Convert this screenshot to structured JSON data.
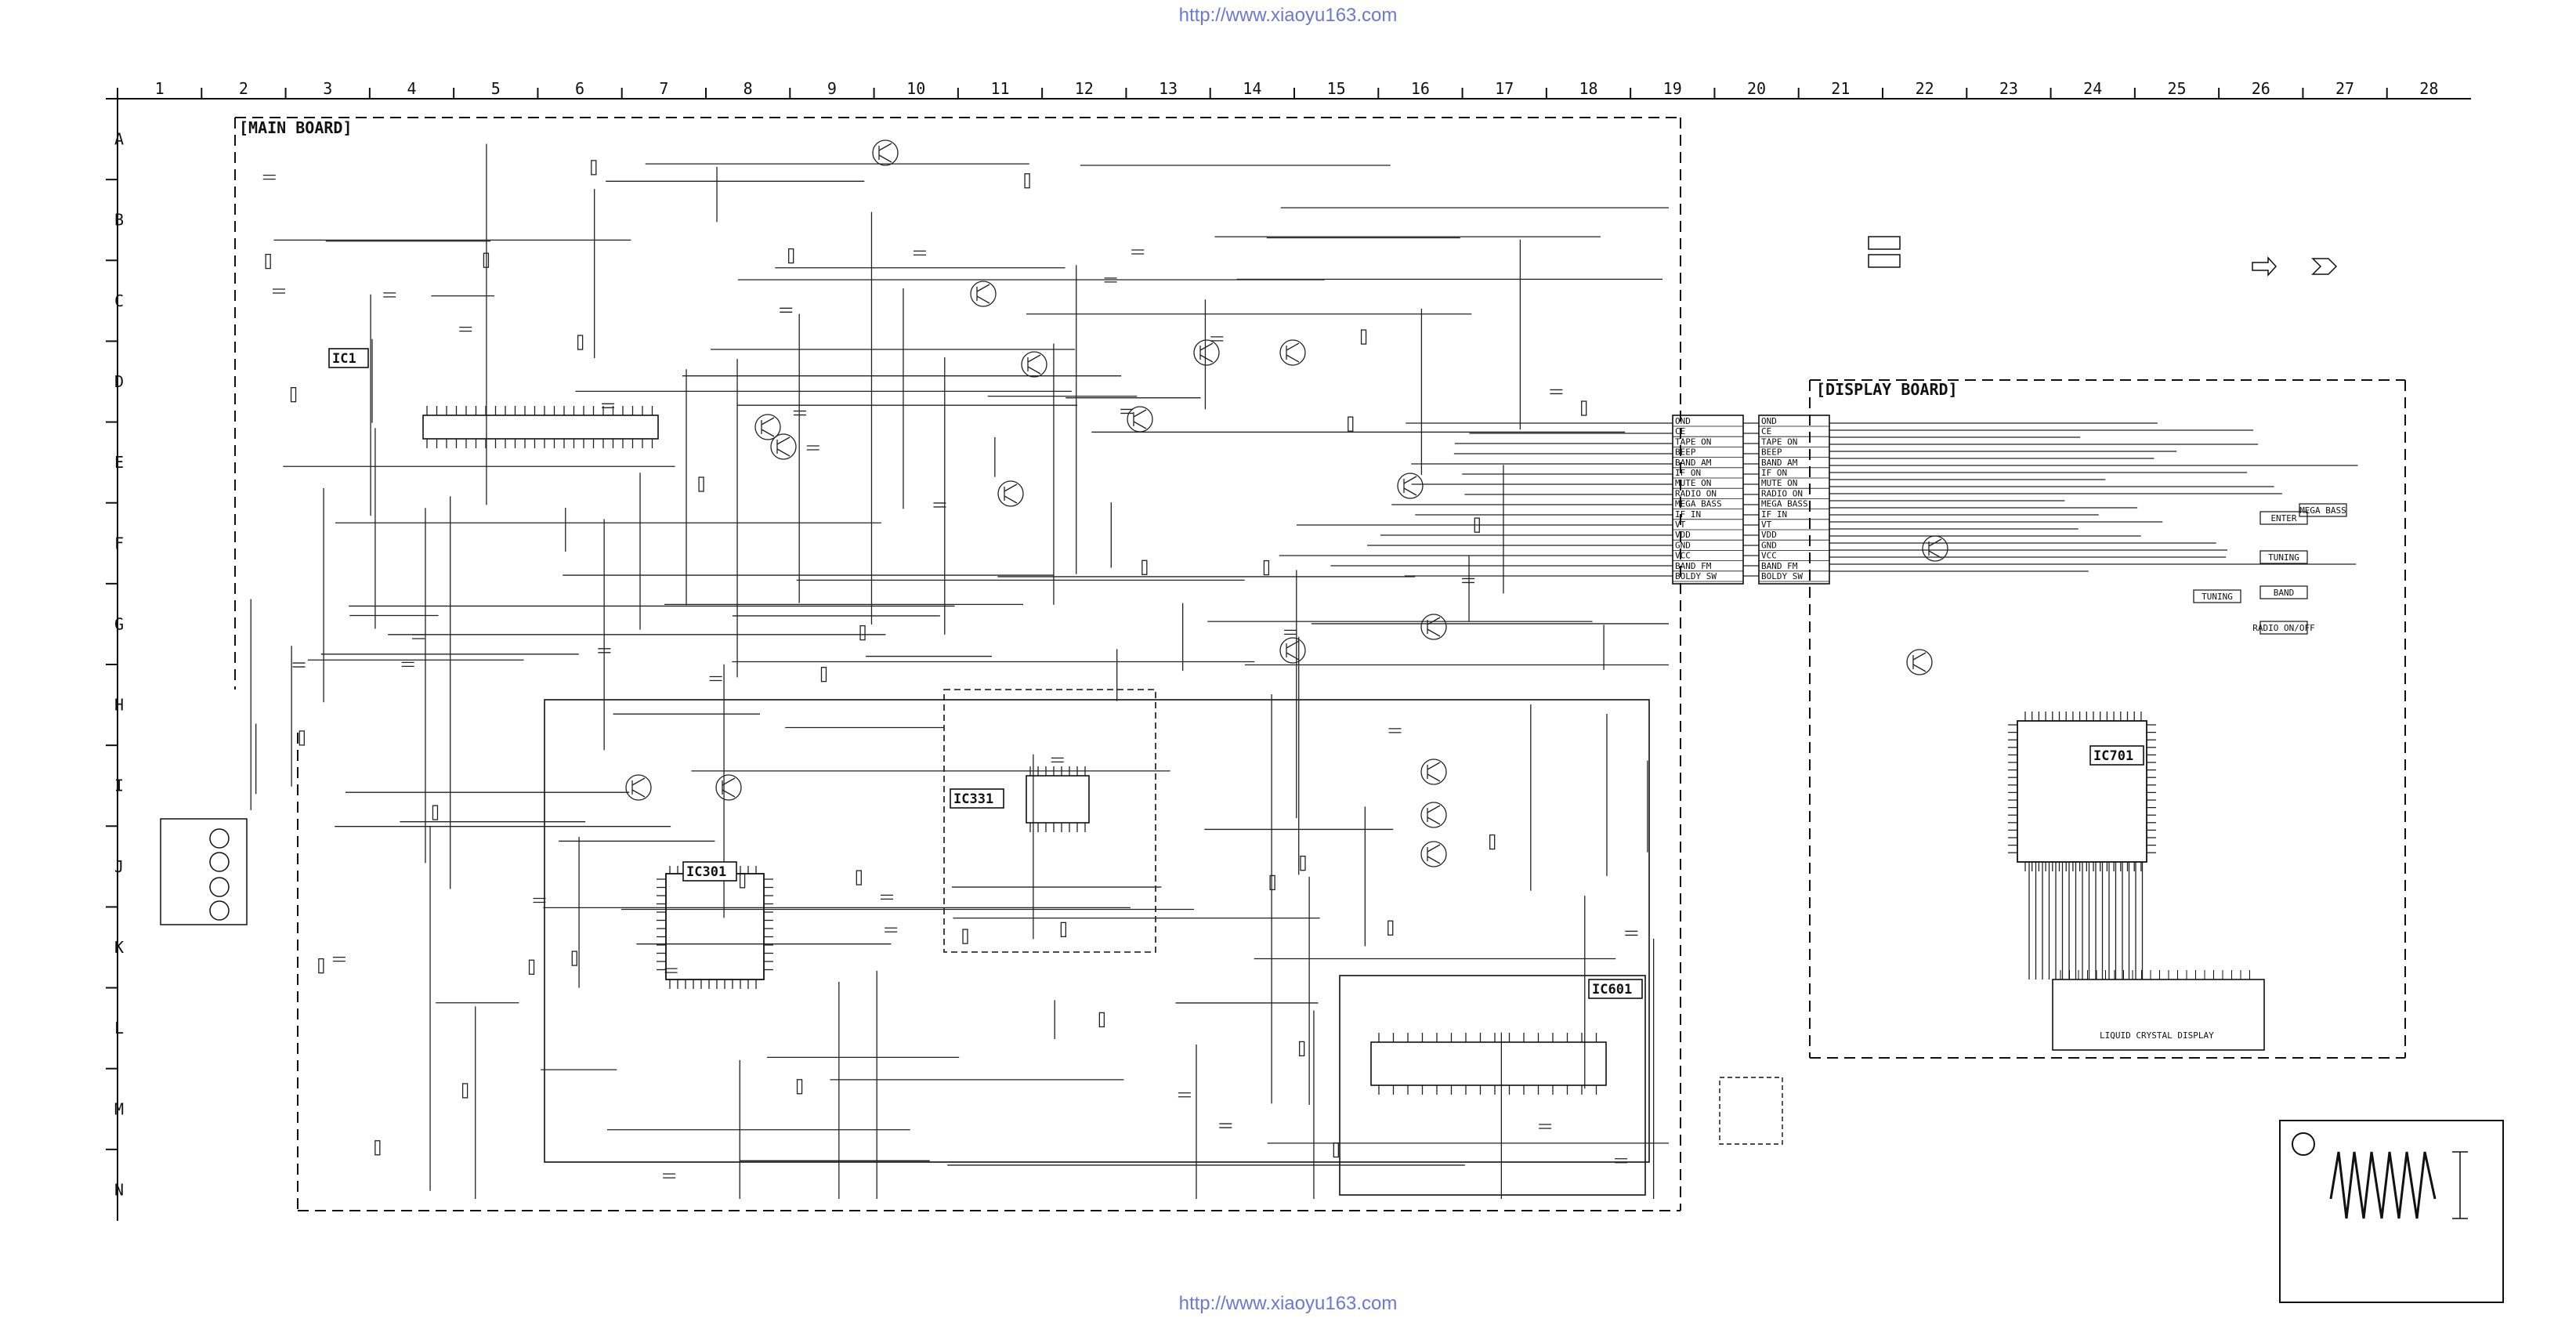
{
  "watermark": {
    "top_url": "http://www.xiaoyu163.com",
    "bottom_url": "http://www.xiaoyu163.com"
  },
  "grid": {
    "columns": [
      "1",
      "2",
      "3",
      "4",
      "5",
      "6",
      "7",
      "8",
      "9",
      "10",
      "11",
      "12",
      "13",
      "14",
      "15",
      "16",
      "17",
      "18",
      "19",
      "20",
      "21",
      "22",
      "23",
      "24",
      "25",
      "26",
      "27",
      "28"
    ],
    "rows": [
      "A",
      "B",
      "C",
      "D",
      "E",
      "F",
      "G",
      "H",
      "I",
      "J",
      "K",
      "L",
      "M",
      "N"
    ]
  },
  "boards": {
    "main_title": "[MAIN BOARD]",
    "display_title": "[DISPLAY BOARD]"
  },
  "ics": [
    {
      "id": "ic1",
      "label": "IC1"
    },
    {
      "id": "ic301",
      "label": "IC301"
    },
    {
      "id": "ic331",
      "label": "IC331"
    },
    {
      "id": "ic601",
      "label": "IC601"
    },
    {
      "id": "ic701",
      "label": "IC701"
    }
  ],
  "connector_pins": {
    "cn802": [
      "OND",
      "CE",
      "TAPE ON",
      "BEEP",
      "BAND AM",
      "IF ON",
      "MUTE ON",
      "RADIO ON",
      "MEGA BASS",
      "IF IN",
      "VT",
      "VDD",
      "GND",
      "VCC",
      "BAND FM",
      "BOLDY SW"
    ],
    "cn701": [
      "OND",
      "CE",
      "TAPE ON",
      "BEEP",
      "BAND AM",
      "IF ON",
      "MUTE ON",
      "RADIO ON",
      "MEGA BASS",
      "IF IN",
      "VT",
      "VDD",
      "GND",
      "VCC",
      "BAND FM",
      "BOLDY SW"
    ]
  },
  "switches": [
    {
      "id": "s701",
      "label": "ENTER"
    },
    {
      "id": "s702",
      "label": "TUNING"
    },
    {
      "id": "s703",
      "label": "BAND"
    },
    {
      "id": "s704",
      "label": "RADIO ON/OFF"
    },
    {
      "id": "s705",
      "label": "MEGA BASS"
    },
    {
      "id": "s706",
      "label": "TUNING"
    }
  ],
  "lcd_label": "LIQUID CRYSTAL DISPLAY"
}
